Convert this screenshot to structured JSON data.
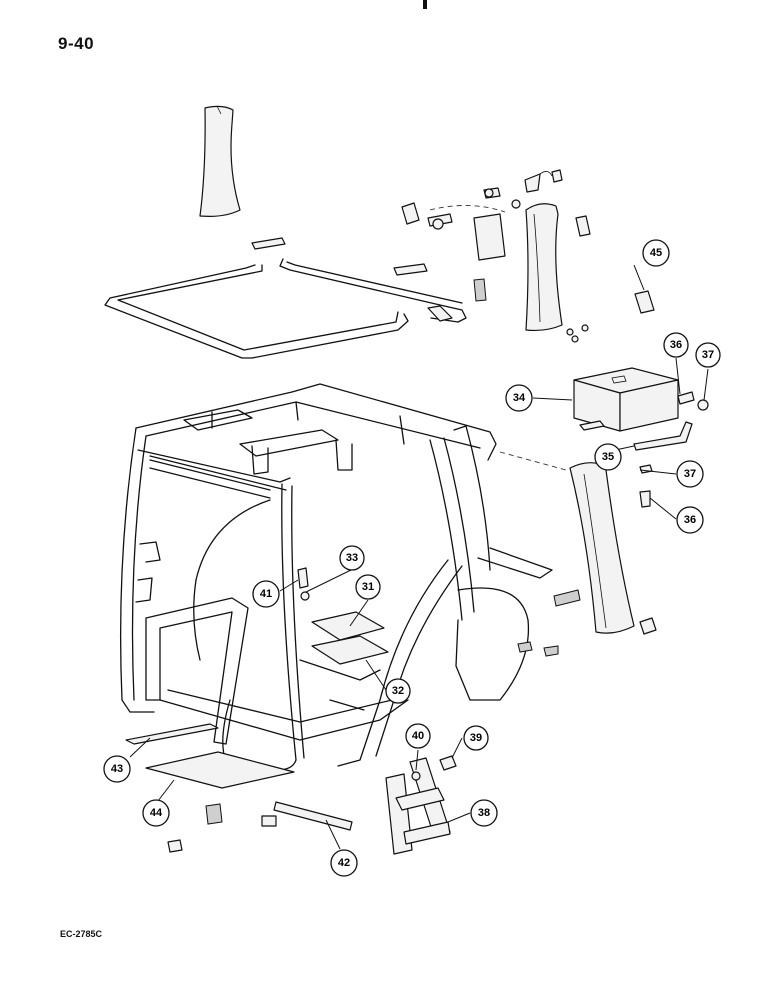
{
  "page": {
    "page_number": "9-40",
    "figure_code": "EC-2785C"
  },
  "callouts": [
    {
      "id": "c31",
      "label": "31"
    },
    {
      "id": "c32",
      "label": "32"
    },
    {
      "id": "c33",
      "label": "33"
    },
    {
      "id": "c34",
      "label": "34"
    },
    {
      "id": "c35",
      "label": "35"
    },
    {
      "id": "c36a",
      "label": "36"
    },
    {
      "id": "c36b",
      "label": "36"
    },
    {
      "id": "c37a",
      "label": "37"
    },
    {
      "id": "c37b",
      "label": "37"
    },
    {
      "id": "c38",
      "label": "38"
    },
    {
      "id": "c39",
      "label": "39"
    },
    {
      "id": "c40",
      "label": "40"
    },
    {
      "id": "c41",
      "label": "41"
    },
    {
      "id": "c42",
      "label": "42"
    },
    {
      "id": "c43",
      "label": "43"
    },
    {
      "id": "c44",
      "label": "44"
    },
    {
      "id": "c45",
      "label": "45"
    }
  ]
}
